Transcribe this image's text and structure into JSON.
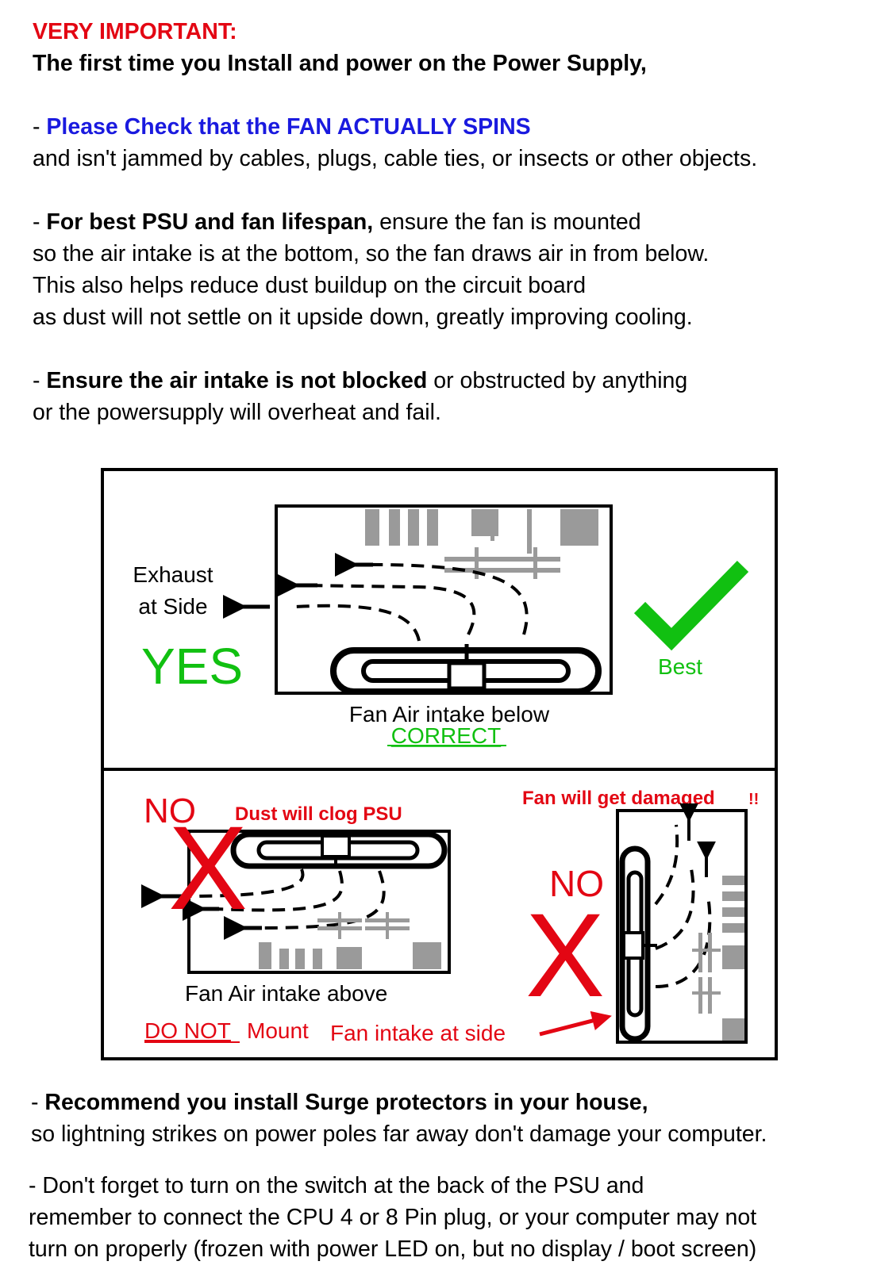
{
  "heading": {
    "label": "VERY IMPORTANT:",
    "subtitle": "The first time you Install and power on the Power Supply,"
  },
  "section_fan_spins": {
    "dash": "-",
    "bold": "Please Check that the FAN ACTUALLY SPINS",
    "line2": "and isn't jammed by cables, plugs, cable ties, or insects or other objects."
  },
  "section_lifespan": {
    "dash": "-",
    "bold": "For best PSU and fan lifespan,",
    "rest": " ensure the fan is mounted",
    "line2": "so the air intake is at the bottom, so the fan draws air in from below.",
    "line3": "This also helps reduce dust buildup on the circuit board",
    "line4": "as dust will not settle on it upside down, greatly improving cooling."
  },
  "section_blocked": {
    "dash": "-",
    "bold": "Ensure the air intake is not blocked",
    "rest": " or obstructed by anything",
    "line2": "or the powersupply will overheat and fail."
  },
  "diagram": {
    "exhaust_line1": "Exhaust",
    "exhaust_line2": "at Side",
    "yes": "YES",
    "best": "Best",
    "intake_below": "Fan Air intake below",
    "correct": "CORRECT",
    "no_left": "NO",
    "x_mark": "X",
    "dust_clog": "Dust will clog PSU",
    "intake_above": "Fan Air intake above",
    "do_not": "DO NOT",
    "mount": "Mount",
    "fan_damaged": "Fan will get damaged",
    "exclaim": "!!",
    "no_right": "NO",
    "intake_side": "Fan intake at side"
  },
  "section_surge": {
    "dash": "-",
    "bold": "Recommend you install Surge protectors in your house,",
    "line2": "so lightning strikes on power poles far away don't damage your computer."
  },
  "section_switch": {
    "line1": "- Don't forget to turn on the switch at the back of the PSU and",
    "line2": "remember to connect the CPU 4 or 8 Pin plug, or your computer may not",
    "line3": "turn on properly (frozen with power LED on, but no display / boot screen)"
  },
  "colors": {
    "red": "#e30613",
    "blue": "#1a1adf",
    "green": "#11c011",
    "grey": "#9a9a9a"
  },
  "icons": [
    "check-mark-icon",
    "x-mark-icon",
    "fan-icon",
    "arrow-icon",
    "circuit-component-icon"
  ]
}
